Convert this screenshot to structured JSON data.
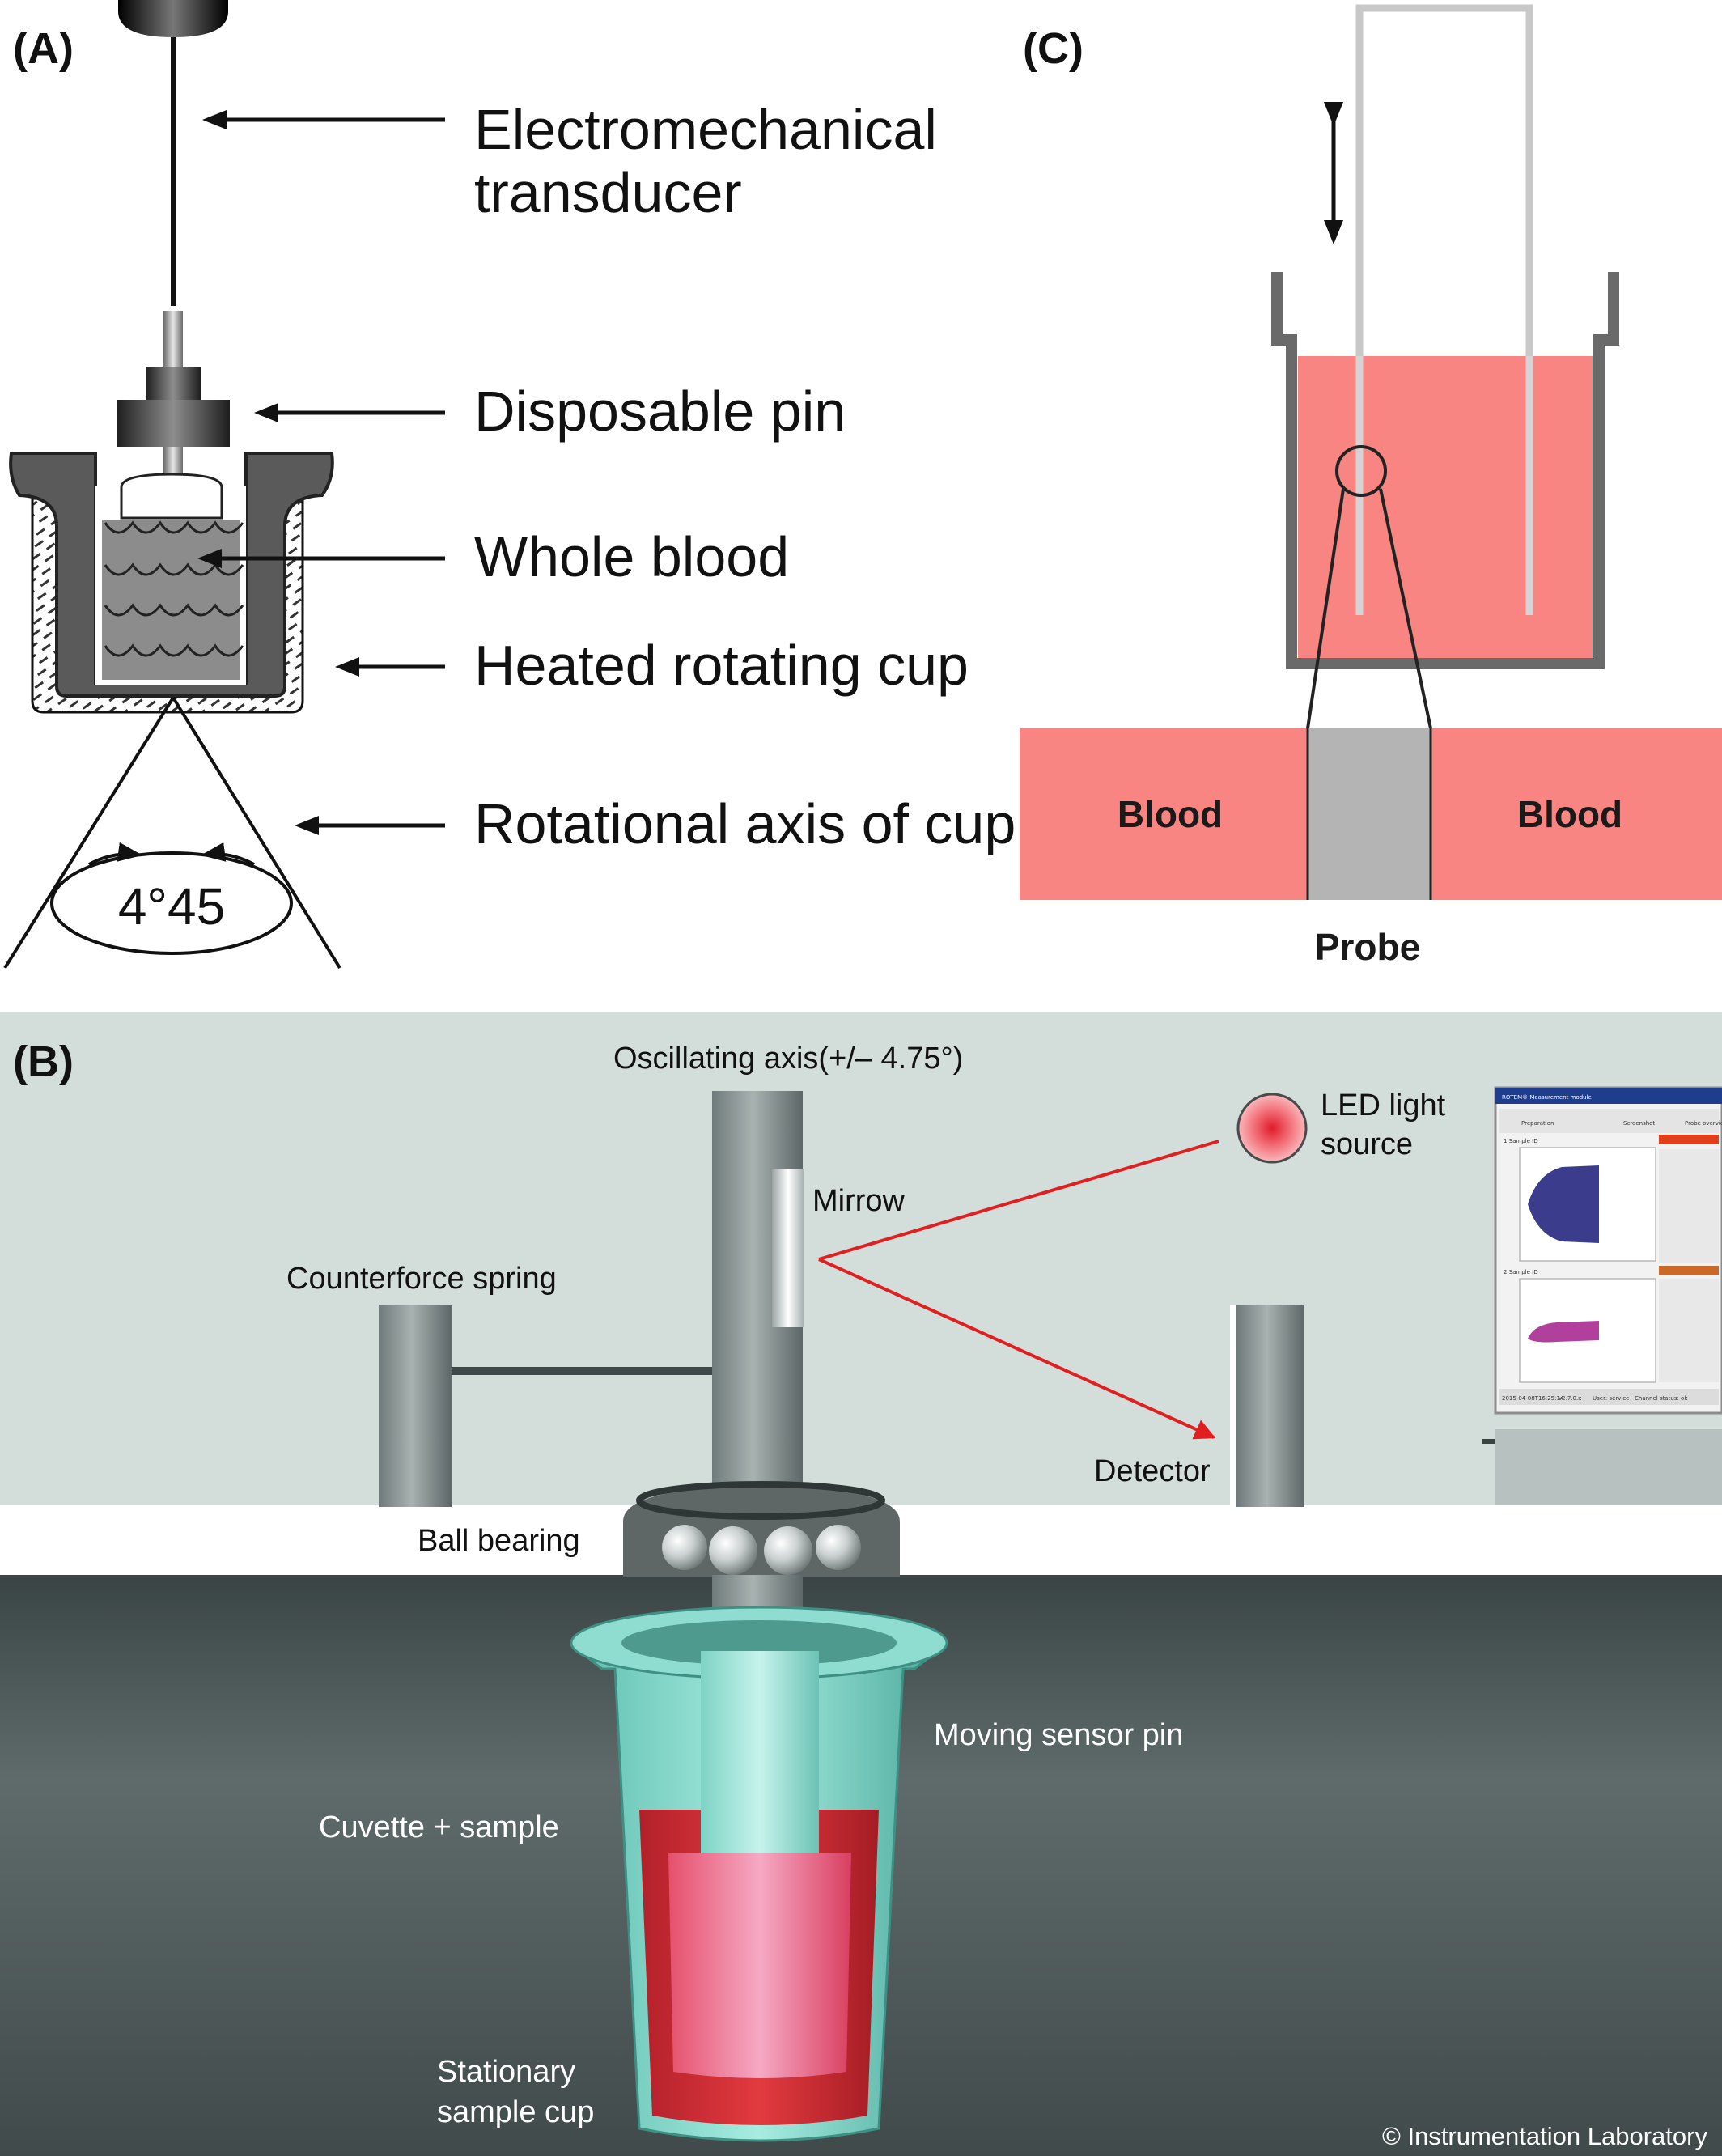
{
  "panel_a": {
    "letter": "(A)",
    "labels": {
      "transducer_line1": "Electromechanical",
      "transducer_line2": "transducer",
      "pin": "Disposable pin",
      "blood": "Whole blood",
      "cup": "Heated rotating cup",
      "axis": "Rotational axis of cup",
      "angle": "4°45"
    }
  },
  "panel_c": {
    "letter": "(C)",
    "labels": {
      "blood_left": "Blood",
      "blood_right": "Blood",
      "probe": "Probe"
    }
  },
  "panel_b": {
    "letter": "(B)",
    "labels": {
      "axis": "Oscillating axis(+/– 4.75°)",
      "led_line1": "LED light",
      "led_line2": "source",
      "mirror": "Mirrow",
      "spring": "Counterforce spring",
      "detector": "Detector",
      "bearing": "Ball bearing",
      "sensor_pin": "Moving sensor pin",
      "cuvette": "Cuvette + sample",
      "cup_line1": "Stationary",
      "cup_line2": "sample cup",
      "copyright": "© Instrumentation Laboratory"
    },
    "monitor": {
      "title": "ROTEM® Measurement module",
      "tabs": [
        "Preparation",
        "Screenshot",
        "Probe overview"
      ],
      "channel1": "1  Sample ID",
      "channel2": "2  Sample ID",
      "footer": [
        "2015-04-08T16:25:14",
        "v2.7.0.x",
        "User: service",
        "Channel status: ok"
      ]
    }
  },
  "colors": {
    "blood_pink": "#f98582",
    "blood_red": "#c2272c",
    "laser_red": "#e02020",
    "bg_light": "#d3ddd9",
    "bg_dark": "#505b5c",
    "cuvette_teal": "#8fdcd0",
    "rod_gray": "#8a9594",
    "trace_blue": "#3c3c8c",
    "trace_magenta": "#b0409c"
  }
}
